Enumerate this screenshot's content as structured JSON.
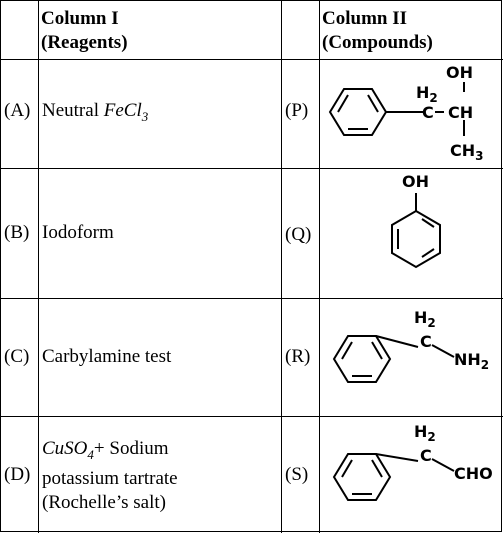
{
  "header": {
    "col1_line1": "Column I",
    "col1_line2": "(Reagents)",
    "col2_line1": "Column II",
    "col2_line2": "(Compounds)"
  },
  "rows": [
    {
      "left_label": "(A)",
      "reagent_text": "Neutral ",
      "reagent_math": "FeCl",
      "reagent_sub": "3",
      "right_label": "(P)",
      "structure": {
        "oh": "OH",
        "h2": "H",
        "h2_sub": "2",
        "c": "C",
        "ch": "CH",
        "ch3": "CH",
        "ch3_sub": "3"
      }
    },
    {
      "left_label": "(B)",
      "reagent_text": "Iodoform",
      "right_label": "(Q)",
      "structure": {
        "oh": "OH"
      }
    },
    {
      "left_label": "(C)",
      "reagent_text": "Carbylamine test",
      "right_label": "(R)",
      "structure": {
        "h2": "H",
        "h2_sub": "2",
        "c": "C",
        "nh2": "NH",
        "nh2_sub": "2"
      }
    },
    {
      "left_label": "(D)",
      "reagent_math": "CuSO",
      "reagent_sub": "4",
      "reagent_text": "+ Sodium",
      "reagent_line2": "potassium tartrate",
      "reagent_line3": "(Rochelle’s salt)",
      "right_label": "(S)",
      "structure": {
        "h2": "H",
        "h2_sub": "2",
        "c": "C",
        "cho": "CHO"
      }
    }
  ]
}
